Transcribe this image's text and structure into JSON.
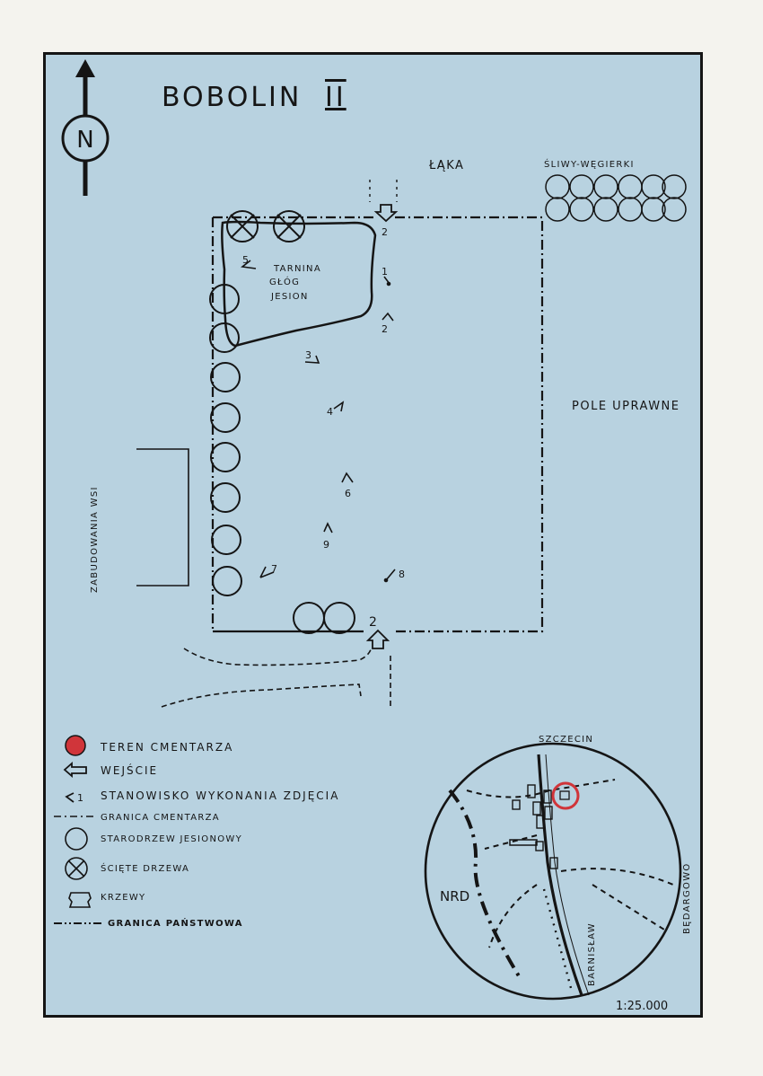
{
  "title": "BOBOLIN",
  "title_suffix": "II",
  "north_letter": "N",
  "labels": {
    "laka": "ŁĄKA",
    "sliwy": "ŚLIWY-WĘGIERKI",
    "pole": "POLE UPRAWNE",
    "zabudowania": "ZABUDOWANIA WSI",
    "krzewy_1": "TARNINA",
    "krzewy_2": "GŁÓG",
    "krzewy_3": "JESION"
  },
  "entrances": [
    {
      "number": "2"
    },
    {
      "number": "2"
    }
  ],
  "photo_stations": [
    "1",
    "2",
    "3",
    "4",
    "5",
    "6",
    "7",
    "8",
    "9"
  ],
  "legend": {
    "teren": "TEREN CMENTARZA",
    "wejscie": "WEJŚCIE",
    "stanowisko_num": "1",
    "stanowisko": "STANOWISKO WYKONANIA ZDJĘCIA",
    "granica_cmentarza": "GRANICA CMENTARZA",
    "starodrzew": "STARODRZEW JESIONOWY",
    "sciete": "ŚCIĘTE DRZEWA",
    "krzewy": "KRZEWY",
    "granica_panstwowa": "GRANICA PAŃSTWOWA"
  },
  "inset": {
    "szczecin": "SZCZECIN",
    "nrd": "NRD",
    "barnislaw": "BARNISŁAW",
    "bedargowo": "BĘDARGOWO"
  },
  "scale": "1:25.000",
  "colors": {
    "paper": "#b8d2e0",
    "ink": "#151515",
    "cemetery_marker": "#d0353a"
  }
}
